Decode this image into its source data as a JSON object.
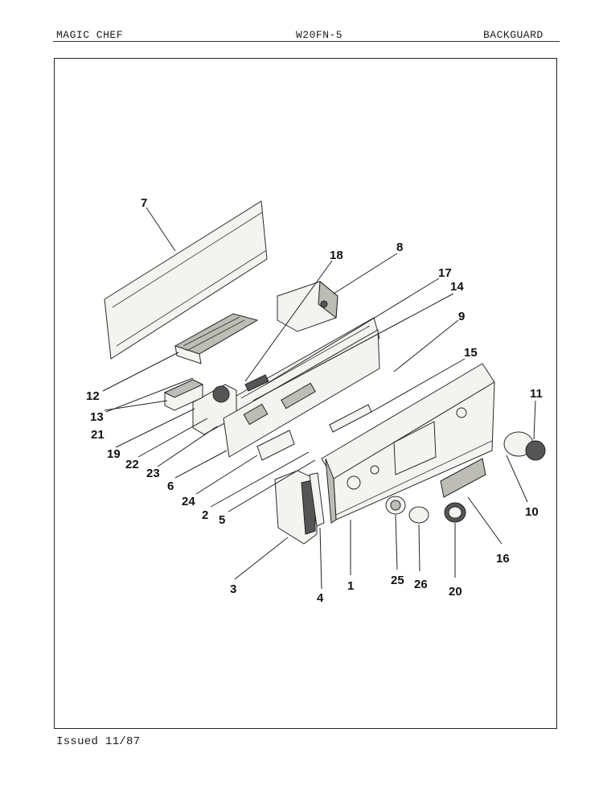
{
  "header": {
    "brand": "MAGIC CHEF",
    "model": "W20FN-5",
    "section": "BACKGUARD"
  },
  "footer": {
    "issued": "Issued 11/87"
  },
  "callouts": [
    "7",
    "18",
    "8",
    "17",
    "14",
    "9",
    "15",
    "11",
    "12",
    "13",
    "21",
    "19",
    "22",
    "23",
    "6",
    "24",
    "2",
    "5",
    "3",
    "4",
    "1",
    "25",
    "26",
    "20",
    "16",
    "10"
  ]
}
